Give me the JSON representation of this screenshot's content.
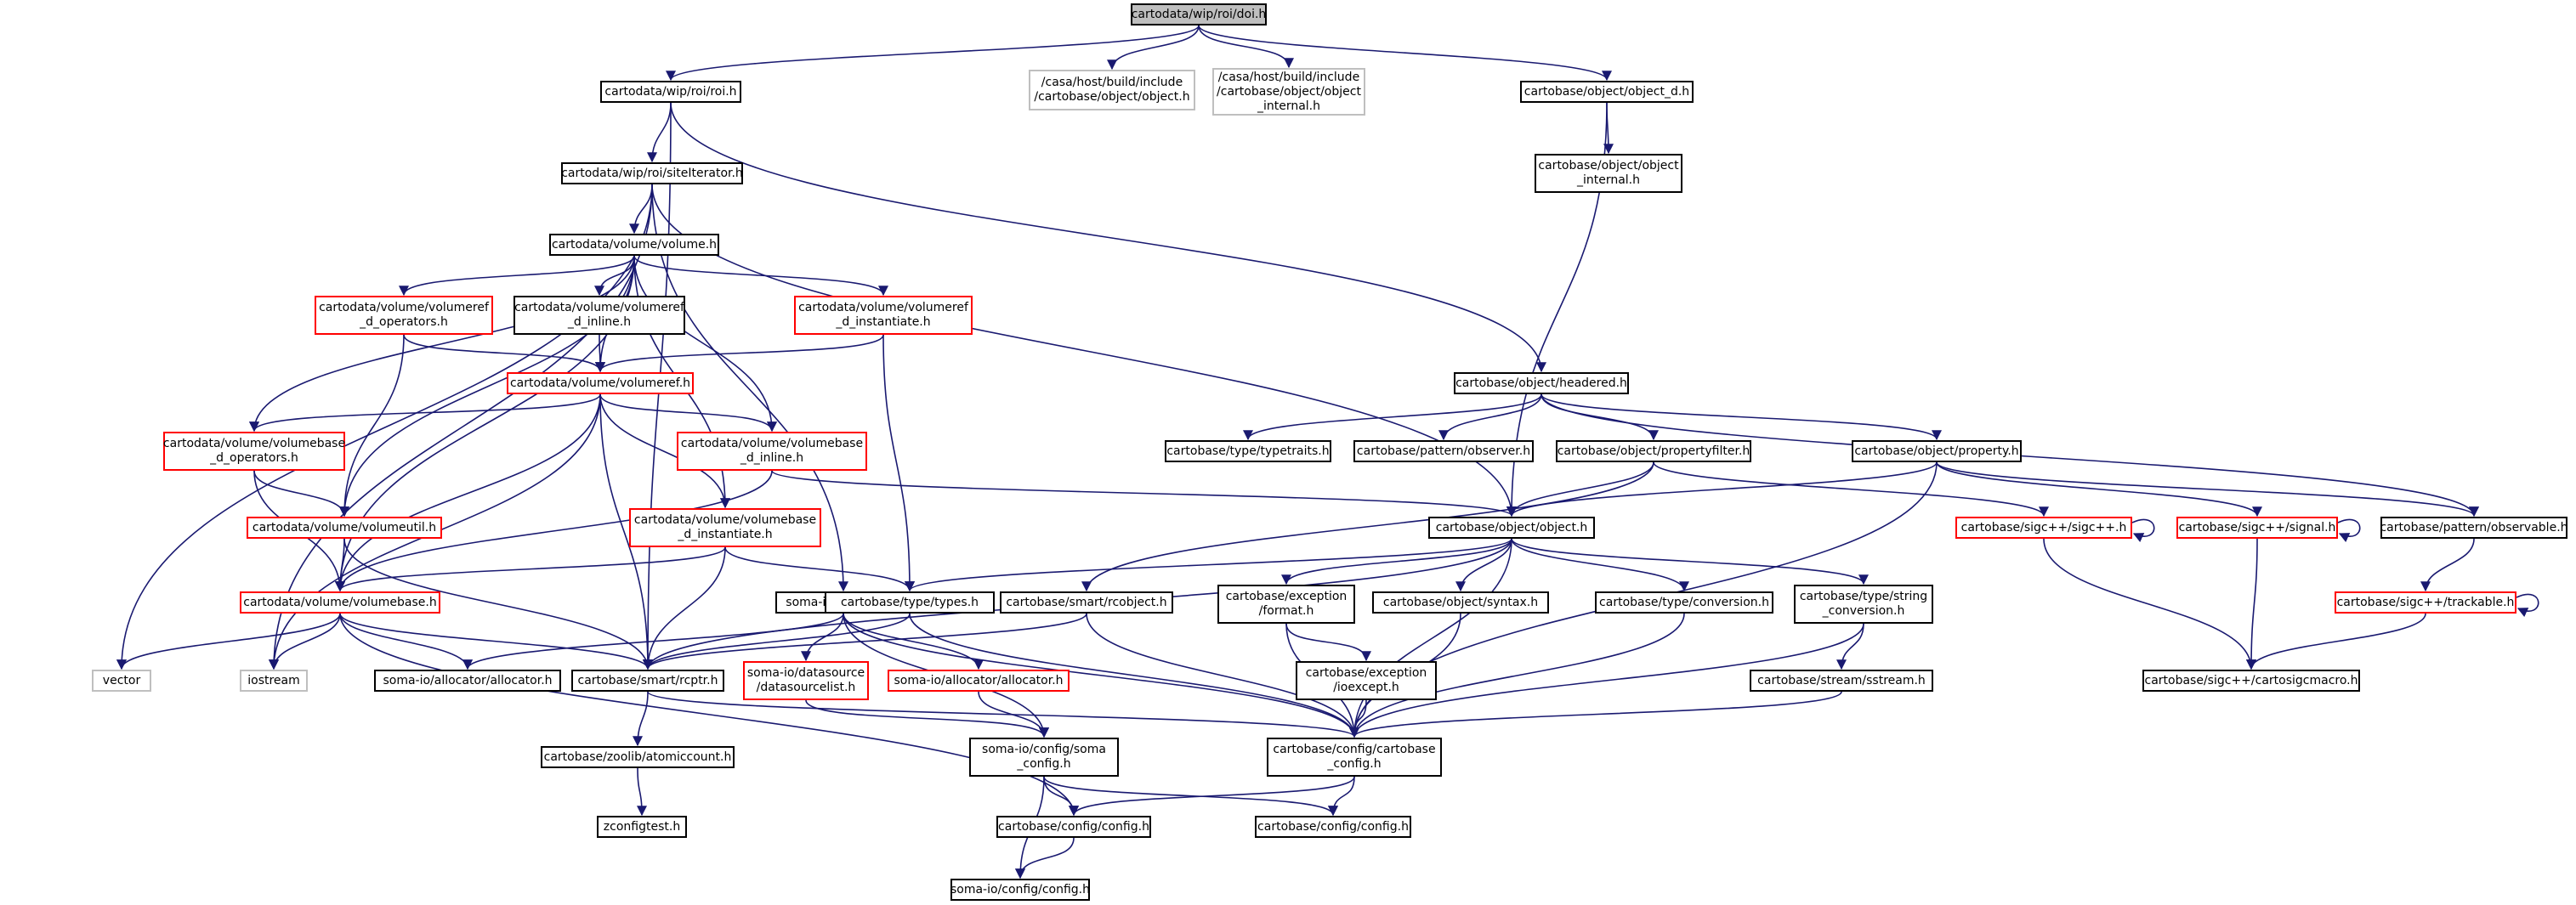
{
  "colors": {
    "edge": "#191970",
    "node_border": "#000000",
    "truncated_border": "#ff0000",
    "external_border": "#bfbfbf",
    "root_fill": "#bfbfbf"
  },
  "nodes": [
    {
      "id": "doi",
      "style": "root",
      "lines": [
        "cartodata/wip/roi/doi.h"
      ]
    },
    {
      "id": "roi",
      "style": "black",
      "lines": [
        "cartodata/wip/roi/roi.h"
      ]
    },
    {
      "id": "ext_object",
      "style": "grey",
      "lines": [
        "/casa/host/build/include",
        "/cartobase/object/object.h"
      ]
    },
    {
      "id": "ext_object_internal",
      "style": "grey",
      "lines": [
        "/casa/host/build/include",
        "/cartobase/object/object",
        "_internal.h"
      ]
    },
    {
      "id": "object_d",
      "style": "black",
      "lines": [
        "cartobase/object/object_d.h"
      ]
    },
    {
      "id": "object_internal",
      "style": "black",
      "lines": [
        "cartobase/object/object",
        "_internal.h"
      ]
    },
    {
      "id": "siteIterator",
      "style": "black",
      "lines": [
        "cartodata/wip/roi/siteIterator.h"
      ]
    },
    {
      "id": "volume",
      "style": "black",
      "lines": [
        "cartodata/volume/volume.h"
      ]
    },
    {
      "id": "volumeref_d_operators",
      "style": "red",
      "lines": [
        "cartodata/volume/volumeref",
        "_d_operators.h"
      ]
    },
    {
      "id": "volumeref_d_inline",
      "style": "black",
      "lines": [
        "cartodata/volume/volumeref",
        "_d_inline.h"
      ]
    },
    {
      "id": "volumeref_d_instantiate",
      "style": "red",
      "lines": [
        "cartodata/volume/volumeref",
        "_d_instantiate.h"
      ]
    },
    {
      "id": "volumeref",
      "style": "red",
      "lines": [
        "cartodata/volume/volumeref.h"
      ]
    },
    {
      "id": "headered",
      "style": "black",
      "lines": [
        "cartobase/object/headered.h"
      ]
    },
    {
      "id": "volumebase_d_operators",
      "style": "red",
      "lines": [
        "cartodata/volume/volumebase",
        "_d_operators.h"
      ]
    },
    {
      "id": "volumebase_d_inline",
      "style": "red",
      "lines": [
        "cartodata/volume/volumebase",
        "_d_inline.h"
      ]
    },
    {
      "id": "typetraits",
      "style": "black",
      "lines": [
        "cartobase/type/typetraits.h"
      ]
    },
    {
      "id": "observer",
      "style": "black",
      "lines": [
        "cartobase/pattern/observer.h"
      ]
    },
    {
      "id": "propertyfilter",
      "style": "black",
      "lines": [
        "cartobase/object/propertyfilter.h"
      ]
    },
    {
      "id": "property",
      "style": "black",
      "lines": [
        "cartobase/object/property.h"
      ]
    },
    {
      "id": "volumeutil",
      "style": "red",
      "lines": [
        "cartodata/volume/volumeutil.h"
      ]
    },
    {
      "id": "volumebase_d_instantiate",
      "style": "red",
      "lines": [
        "cartodata/volume/volumebase",
        "_d_instantiate.h"
      ]
    },
    {
      "id": "object",
      "style": "black",
      "lines": [
        "cartobase/object/object.h"
      ]
    },
    {
      "id": "sigcpp",
      "style": "red",
      "lines": [
        "cartobase/sigc++/sigc++.h"
      ]
    },
    {
      "id": "signal",
      "style": "red",
      "lines": [
        "cartobase/sigc++/signal.h"
      ]
    },
    {
      "id": "observable",
      "style": "black",
      "lines": [
        "cartobase/pattern/observable.h"
      ]
    },
    {
      "id": "volumebase",
      "style": "red",
      "lines": [
        "cartodata/volume/volumebase.h"
      ]
    },
    {
      "id": "reader",
      "style": "black",
      "lines": [
        "soma-io/io/reader.h"
      ]
    },
    {
      "id": "types",
      "style": "black",
      "lines": [
        "cartobase/type/types.h"
      ]
    },
    {
      "id": "rcobject",
      "style": "black",
      "lines": [
        "cartobase/smart/rcobject.h"
      ]
    },
    {
      "id": "exception_format",
      "style": "black",
      "lines": [
        "cartobase/exception",
        "/format.h"
      ]
    },
    {
      "id": "syntax",
      "style": "black",
      "lines": [
        "cartobase/object/syntax.h"
      ]
    },
    {
      "id": "conversion",
      "style": "black",
      "lines": [
        "cartobase/type/conversion.h"
      ]
    },
    {
      "id": "string_conversion",
      "style": "black",
      "lines": [
        "cartobase/type/string",
        "_conversion.h"
      ]
    },
    {
      "id": "trackable",
      "style": "red",
      "lines": [
        "cartobase/sigc++/trackable.h"
      ]
    },
    {
      "id": "vector",
      "style": "grey",
      "lines": [
        "vector"
      ]
    },
    {
      "id": "iostream",
      "style": "grey",
      "lines": [
        "iostream"
      ]
    },
    {
      "id": "soma_allocator",
      "style": "black",
      "lines": [
        "soma-io/allocator/allocator.h"
      ]
    },
    {
      "id": "rcptr",
      "style": "black",
      "lines": [
        "cartobase/smart/rcptr.h"
      ]
    },
    {
      "id": "datasourcelist",
      "style": "red",
      "lines": [
        "soma-io/datasource",
        "/datasourcelist.h"
      ]
    },
    {
      "id": "soma_allocator_red",
      "style": "red",
      "lines": [
        "soma-io/allocator/allocator.h"
      ]
    },
    {
      "id": "ioexcept",
      "style": "black",
      "lines": [
        "cartobase/exception",
        "/ioexcept.h"
      ]
    },
    {
      "id": "sstream",
      "style": "black",
      "lines": [
        "cartobase/stream/sstream.h"
      ]
    },
    {
      "id": "cartosigcmacro",
      "style": "black",
      "lines": [
        "cartobase/sigc++/cartosigcmacro.h"
      ]
    },
    {
      "id": "atomiccount",
      "style": "black",
      "lines": [
        "cartobase/zoolib/atomiccount.h"
      ]
    },
    {
      "id": "soma_config",
      "style": "black",
      "lines": [
        "soma-io/config/soma",
        "_config.h"
      ]
    },
    {
      "id": "cartobase_config",
      "style": "black",
      "lines": [
        "cartobase/config/cartobase",
        "_config.h"
      ]
    },
    {
      "id": "zconfigtest",
      "style": "black",
      "lines": [
        "zconfigtest.h"
      ]
    },
    {
      "id": "config_config",
      "style": "black",
      "lines": [
        "cartobase/config/config.h"
      ]
    },
    {
      "id": "config_h",
      "style": "black",
      "lines": [
        "cartobase/config/config.h"
      ]
    },
    {
      "id": "soma_config_config",
      "style": "black",
      "lines": [
        "soma-io/config/config.h"
      ]
    }
  ],
  "edges": [
    [
      "doi",
      "roi"
    ],
    [
      "doi",
      "ext_object"
    ],
    [
      "doi",
      "ext_object_internal"
    ],
    [
      "doi",
      "object_d"
    ],
    [
      "object_d",
      "object_internal"
    ],
    [
      "object_d",
      "object"
    ],
    [
      "roi",
      "siteIterator"
    ],
    [
      "roi",
      "headered"
    ],
    [
      "roi",
      "rcptr"
    ],
    [
      "siteIterator",
      "volume"
    ],
    [
      "siteIterator",
      "vector"
    ],
    [
      "siteIterator",
      "iostream"
    ],
    [
      "siteIterator",
      "reader"
    ],
    [
      "siteIterator",
      "object"
    ],
    [
      "volume",
      "volumeref_d_operators"
    ],
    [
      "volume",
      "volumeref_d_inline"
    ],
    [
      "volume",
      "volumeref_d_instantiate"
    ],
    [
      "volume",
      "volumeref"
    ],
    [
      "volume",
      "volumebase_d_operators"
    ],
    [
      "volume",
      "volumebase_d_inline"
    ],
    [
      "volume",
      "volumebase_d_instantiate"
    ],
    [
      "volume",
      "volumeutil"
    ],
    [
      "volume",
      "volumebase"
    ],
    [
      "volumeref_d_operators",
      "volumeref"
    ],
    [
      "volumeref_d_operators",
      "volumeutil"
    ],
    [
      "volumeref_d_inline",
      "volumeref"
    ],
    [
      "volumeref_d_instantiate",
      "volumeref"
    ],
    [
      "volumeref_d_instantiate",
      "types"
    ],
    [
      "volumeref",
      "volumebase_d_operators"
    ],
    [
      "volumeref",
      "volumebase_d_inline"
    ],
    [
      "volumeref",
      "volumebase_d_instantiate"
    ],
    [
      "volumeref",
      "volumebase"
    ],
    [
      "volumeref",
      "rcptr"
    ],
    [
      "volumeref",
      "iostream"
    ],
    [
      "volumebase_d_operators",
      "volumeutil"
    ],
    [
      "volumebase_d_operators",
      "volumebase"
    ],
    [
      "volumebase_d_inline",
      "volumebase"
    ],
    [
      "volumebase_d_inline",
      "object"
    ],
    [
      "volumebase_d_instantiate",
      "volumebase"
    ],
    [
      "volumebase_d_instantiate",
      "types"
    ],
    [
      "volumebase_d_instantiate",
      "rcptr"
    ],
    [
      "volumeutil",
      "volumebase"
    ],
    [
      "volumeutil",
      "rcptr"
    ],
    [
      "volumebase",
      "vector"
    ],
    [
      "volumebase",
      "iostream"
    ],
    [
      "volumebase",
      "soma_allocator"
    ],
    [
      "volumebase",
      "rcptr"
    ],
    [
      "volumebase",
      "config_config"
    ],
    [
      "headered",
      "typetraits"
    ],
    [
      "headered",
      "observer"
    ],
    [
      "headered",
      "propertyfilter"
    ],
    [
      "headered",
      "property"
    ],
    [
      "headered",
      "observable"
    ],
    [
      "propertyfilter",
      "object"
    ],
    [
      "propertyfilter",
      "sigcpp"
    ],
    [
      "propertyfilter",
      "rcobject"
    ],
    [
      "property",
      "object"
    ],
    [
      "property",
      "signal"
    ],
    [
      "property",
      "observable"
    ],
    [
      "property",
      "cartobase_config"
    ],
    [
      "object",
      "types"
    ],
    [
      "object",
      "rcptr"
    ],
    [
      "object",
      "exception_format"
    ],
    [
      "object",
      "syntax"
    ],
    [
      "object",
      "conversion"
    ],
    [
      "object",
      "string_conversion"
    ],
    [
      "object",
      "cartobase_config"
    ],
    [
      "sigcpp",
      "sigcpp"
    ],
    [
      "sigcpp",
      "cartosigcmacro"
    ],
    [
      "signal",
      "signal"
    ],
    [
      "signal",
      "cartosigcmacro"
    ],
    [
      "observable",
      "trackable"
    ],
    [
      "trackable",
      "trackable"
    ],
    [
      "trackable",
      "cartosigcmacro"
    ],
    [
      "reader",
      "soma_allocator"
    ],
    [
      "reader",
      "datasourcelist"
    ],
    [
      "reader",
      "soma_allocator_red"
    ],
    [
      "reader",
      "soma_config"
    ],
    [
      "reader",
      "cartobase_config"
    ],
    [
      "types",
      "rcptr"
    ],
    [
      "types",
      "cartobase_config"
    ],
    [
      "rcobject",
      "rcptr"
    ],
    [
      "rcobject",
      "cartobase_config"
    ],
    [
      "exception_format",
      "ioexcept"
    ],
    [
      "exception_format",
      "cartobase_config"
    ],
    [
      "syntax",
      "cartobase_config"
    ],
    [
      "conversion",
      "cartobase_config"
    ],
    [
      "string_conversion",
      "sstream"
    ],
    [
      "string_conversion",
      "cartobase_config"
    ],
    [
      "ioexcept",
      "cartobase_config"
    ],
    [
      "sstream",
      "cartobase_config"
    ],
    [
      "rcptr",
      "atomiccount"
    ],
    [
      "rcptr",
      "cartobase_config"
    ],
    [
      "atomiccount",
      "zconfigtest"
    ],
    [
      "datasourcelist",
      "soma_config"
    ],
    [
      "soma_allocator_red",
      "soma_config"
    ],
    [
      "soma_config",
      "config_config"
    ],
    [
      "soma_config",
      "config_h"
    ],
    [
      "soma_config",
      "soma_config_config"
    ],
    [
      "cartobase_config",
      "config_config"
    ],
    [
      "cartobase_config",
      "config_h"
    ],
    [
      "config_config",
      "soma_config_config"
    ]
  ]
}
